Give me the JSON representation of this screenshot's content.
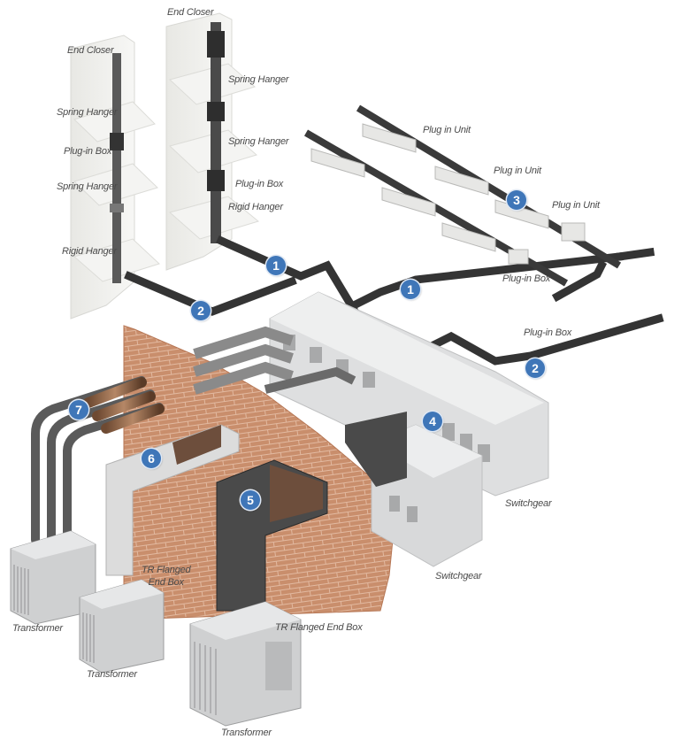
{
  "labels": {
    "end_closer_left": "End Closer",
    "end_closer_right": "End Closer",
    "spring_hanger_1": "Spring Hanger",
    "spring_hanger_2": "Spring Hanger",
    "spring_hanger_3": "Spring Hanger",
    "spring_hanger_4": "Spring Hanger",
    "plugin_box_1": "Plug-in Box",
    "plugin_box_2": "Plug-in Box",
    "plugin_box_3": "Plug-in Box",
    "plugin_box_4": "Plug-in Box",
    "rigid_hanger_1": "Rigid Hanger",
    "rigid_hanger_2": "Rigid Hanger",
    "plugin_unit_1": "Plug in Unit",
    "plugin_unit_2": "Plug in Unit",
    "plugin_unit_3": "Plug in Unit",
    "switchgear_1": "Switchgear",
    "switchgear_2": "Switchgear",
    "tr_flanged_1_line1": "TR Flanged",
    "tr_flanged_1_line2": "End Box",
    "tr_flanged_2": "TR Flanged End Box",
    "transformer_1": "Transformer",
    "transformer_2": "Transformer",
    "transformer_3": "Transformer"
  },
  "badges": {
    "b1a": "1",
    "b1b": "1",
    "b2a": "2",
    "b2b": "2",
    "b3": "3",
    "b4": "4",
    "b5": "5",
    "b6": "6",
    "b7": "7"
  },
  "colors": {
    "badge": "#3f76b8",
    "busway": "#3c3c3c",
    "concrete": "#eeeeea",
    "brick": "#c98a68",
    "equipment": "#d6d7d8"
  }
}
